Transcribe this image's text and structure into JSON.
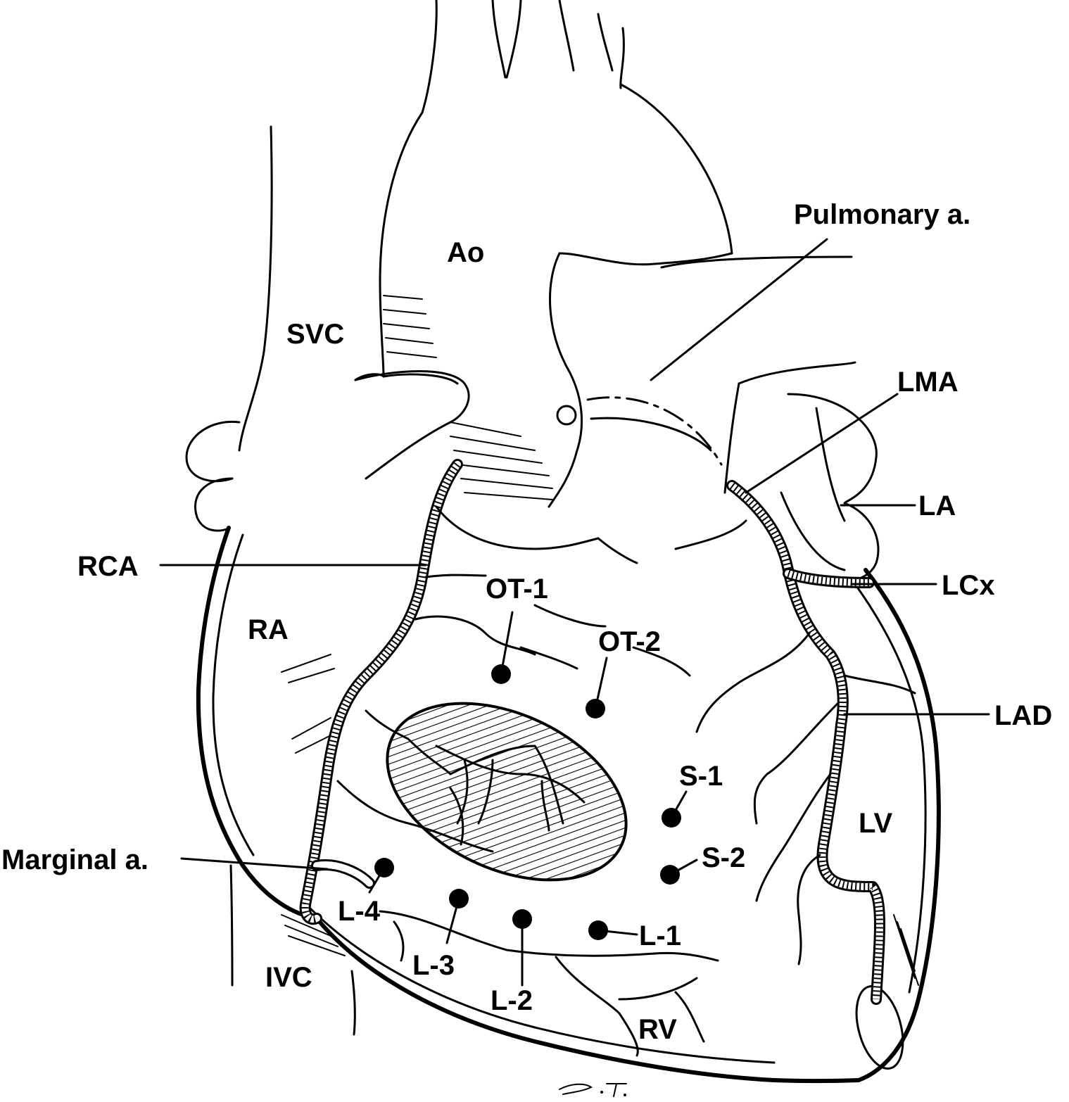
{
  "diagram": {
    "labels": {
      "pulmonary": "Pulmonary a.",
      "ao": "Ao",
      "svc": "SVC",
      "lma": "LMA",
      "la": "LA",
      "rca": "RCA",
      "ot1": "OT-1",
      "lcx": "LCx",
      "ra": "RA",
      "ot2": "OT-2",
      "lad": "LAD",
      "s1": "S-1",
      "lv": "LV",
      "marginal": "Marginal a.",
      "s2": "S-2",
      "l4": "L-4",
      "l1": "L-1",
      "l3": "L-3",
      "ivc": "IVC",
      "l2": "L-2",
      "rv": "RV"
    },
    "signature": "S.T."
  }
}
